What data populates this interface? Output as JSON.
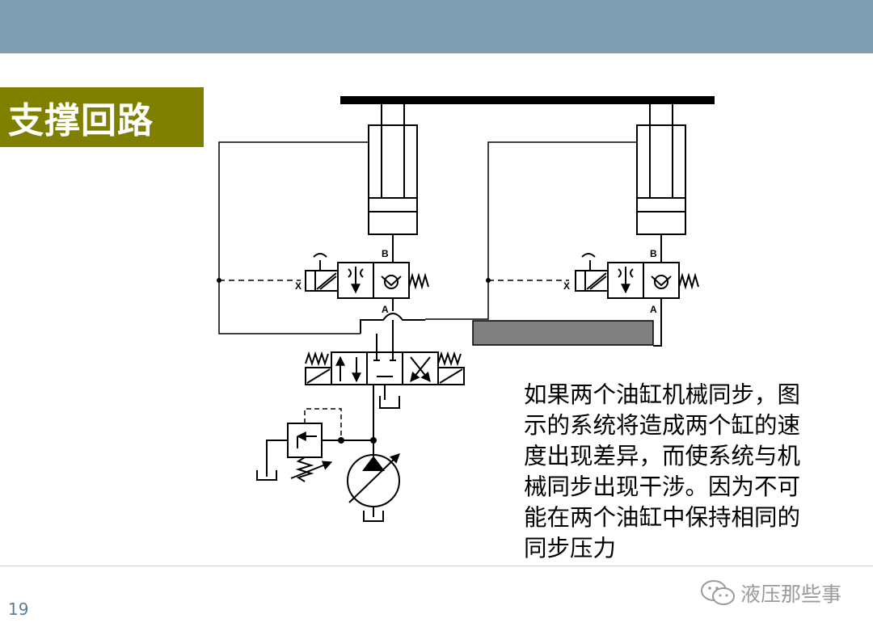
{
  "slide": {
    "title": "支撑回路",
    "page_number": "19",
    "body_lines": [
      "如果两个油缸机械同步，图",
      "示的系统将造成两个缸的速",
      "度出现差异，而使系统与机",
      "械同步出现干涉。因为不可",
      "能在两个油缸中保持相同的",
      "同步压力"
    ],
    "watermark": "液压那些事"
  },
  "diagram_labels": {
    "left_port_b": "B",
    "left_port_a": "A",
    "left_port_x": "X",
    "right_port_b": "B",
    "right_port_a": "A",
    "right_port_x": "X"
  },
  "colors": {
    "header_band": "#7f9db1",
    "title_bg": "#808000",
    "title_text": "#ffffff",
    "shaded_line": "#808080"
  }
}
